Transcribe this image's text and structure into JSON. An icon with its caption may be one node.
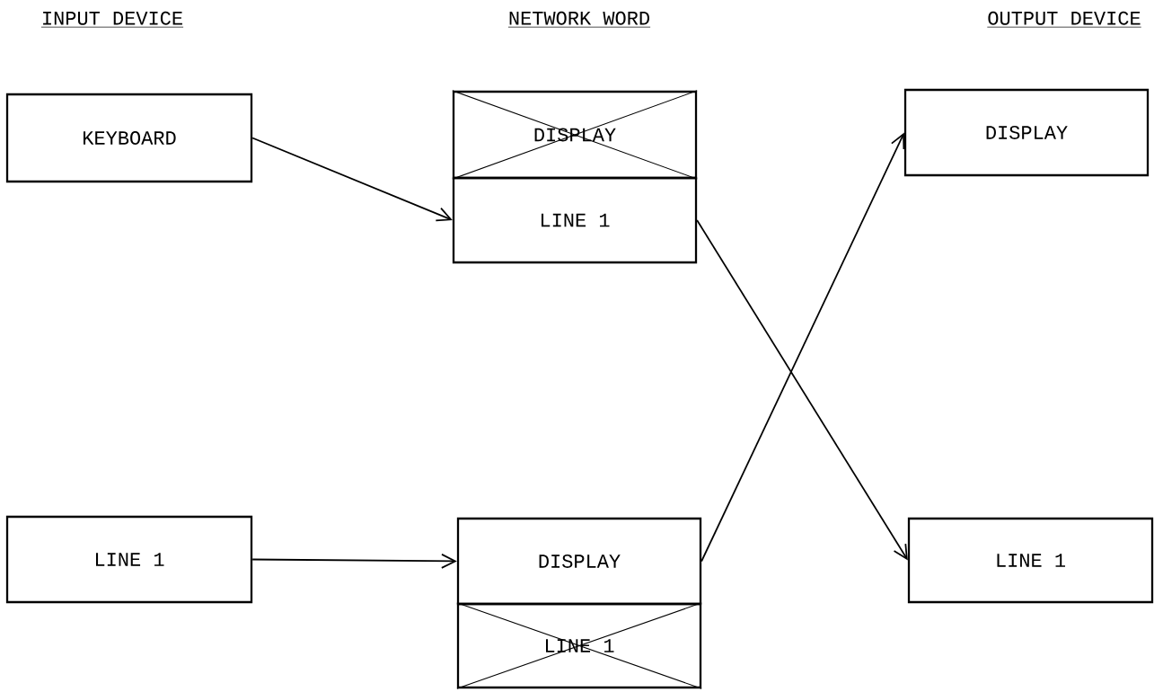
{
  "diagram": {
    "nodes": [
      {
        "text": [
          "KEYBOARD"
        ]
      },
      {
        "text": [
          "DISPLAY"
        ]
      },
      {
        "text": [
          "LINE 1"
        ]
      },
      {
        "text": [
          "DISPLAY"
        ]
      },
      {
        "text": [
          "LINE 1"
        ]
      },
      {
        "text": [
          "DISPLAY"
        ]
      },
      {
        "text": [
          "LINE 1"
        ]
      },
      {
        "text": [
          "LINE 1"
        ]
      }
    ],
    "edges": [
      {
        "from": 0,
        "to": 2,
        "arrow": "to"
      },
      {
        "from": 2,
        "to": 7,
        "arrow": "to"
      },
      {
        "from": 4,
        "to": 5,
        "arrow": "to"
      },
      {
        "from": 5,
        "to": 3,
        "arrow": "to"
      }
    ],
    "labels": [
      "INPUT DEVICE",
      "NETWORK WORD",
      "OUTPUT DEVICE"
    ]
  }
}
